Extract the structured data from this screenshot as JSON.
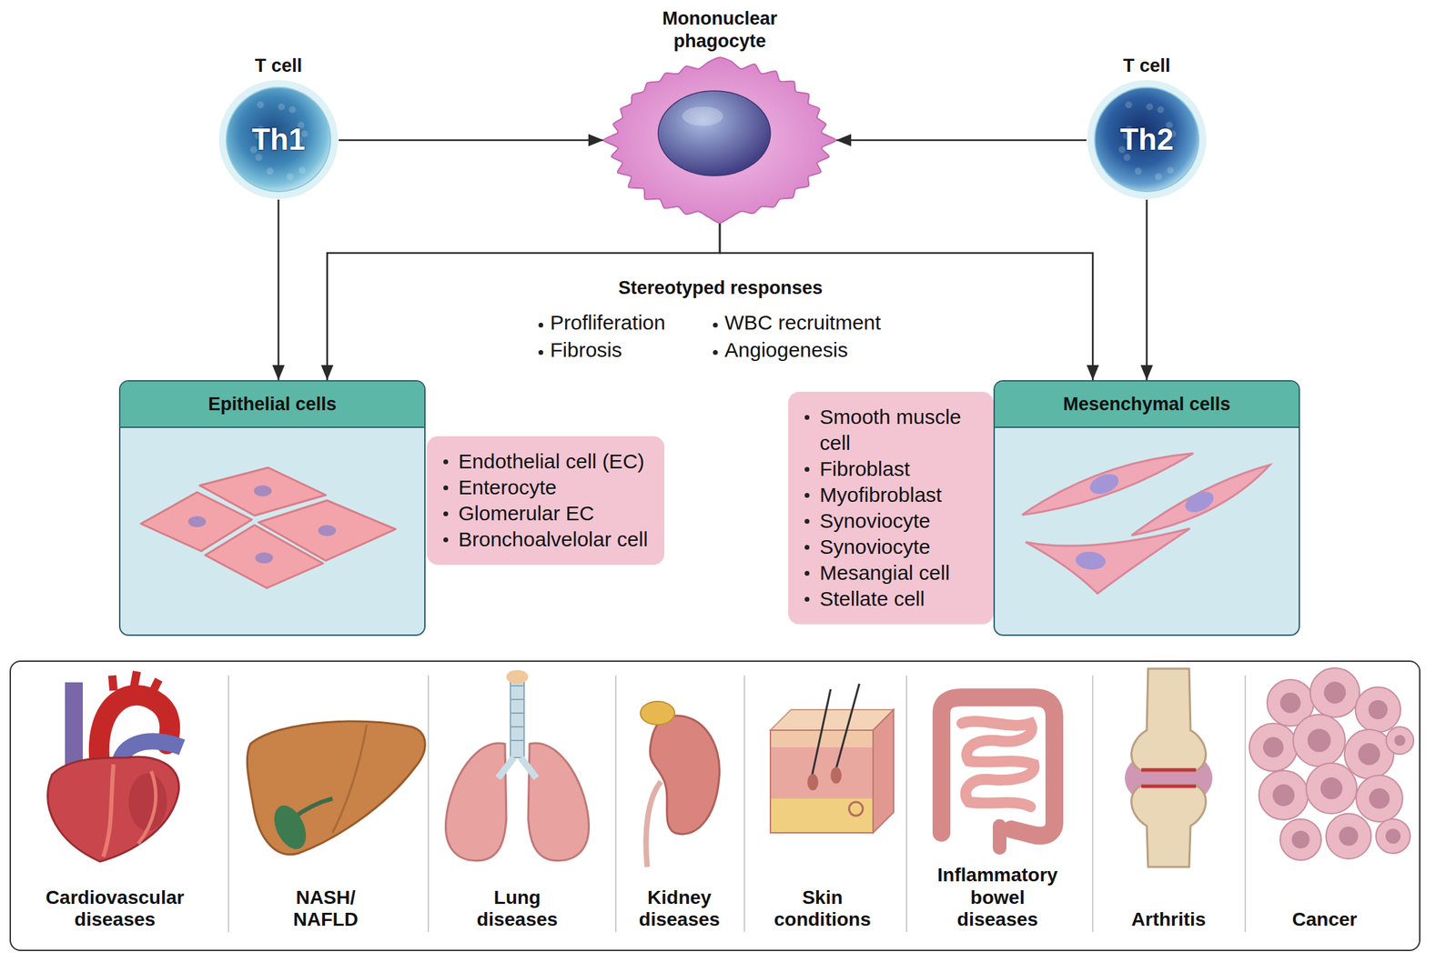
{
  "diagram": {
    "nodes": [
      {
        "text": [
          "T cell",
          "Th1"
        ]
      },
      {
        "text": [
          "Mononuclear phagocyte"
        ]
      },
      {
        "text": [
          "T cell",
          "Th2"
        ]
      },
      {
        "text": [
          "Epithelial cells"
        ]
      },
      {
        "text": [
          "Endothelial cell (EC)",
          "Enterocyte",
          "Glomerular EC",
          "Bronchoalvelolar cell"
        ]
      },
      {
        "text": [
          "Smooth muscle cell",
          "Fibroblast",
          "Myofibroblast",
          "Synoviocyte",
          "Synoviocyte",
          "Mesangial cell",
          "Stellate cell"
        ]
      },
      {
        "text": [
          "Mesenchymal cells"
        ]
      },
      {
        "text": [
          "Cardiovascular diseases",
          "NASH/ NAFLD",
          "Lung diseases",
          "Kidney diseases",
          "Skin conditions",
          "Inflammatory bowel diseases",
          "Arthritis",
          "Cancer"
        ]
      }
    ],
    "edges": [
      {
        "from": 0,
        "to": 1,
        "arrow": "to"
      },
      {
        "from": 2,
        "to": 1,
        "arrow": "to"
      },
      {
        "from": 0,
        "to": 3,
        "arrow": "to"
      },
      {
        "from": 1,
        "to": 3,
        "arrow": "to"
      },
      {
        "from": 1,
        "to": 6,
        "arrow": "to"
      },
      {
        "from": 2,
        "to": 6,
        "arrow": "to"
      }
    ],
    "labels": [
      "Stereotyped responses",
      "Profliferation",
      "WBC recruitment",
      "Fibrosis",
      "Angiogenesis"
    ]
  }
}
